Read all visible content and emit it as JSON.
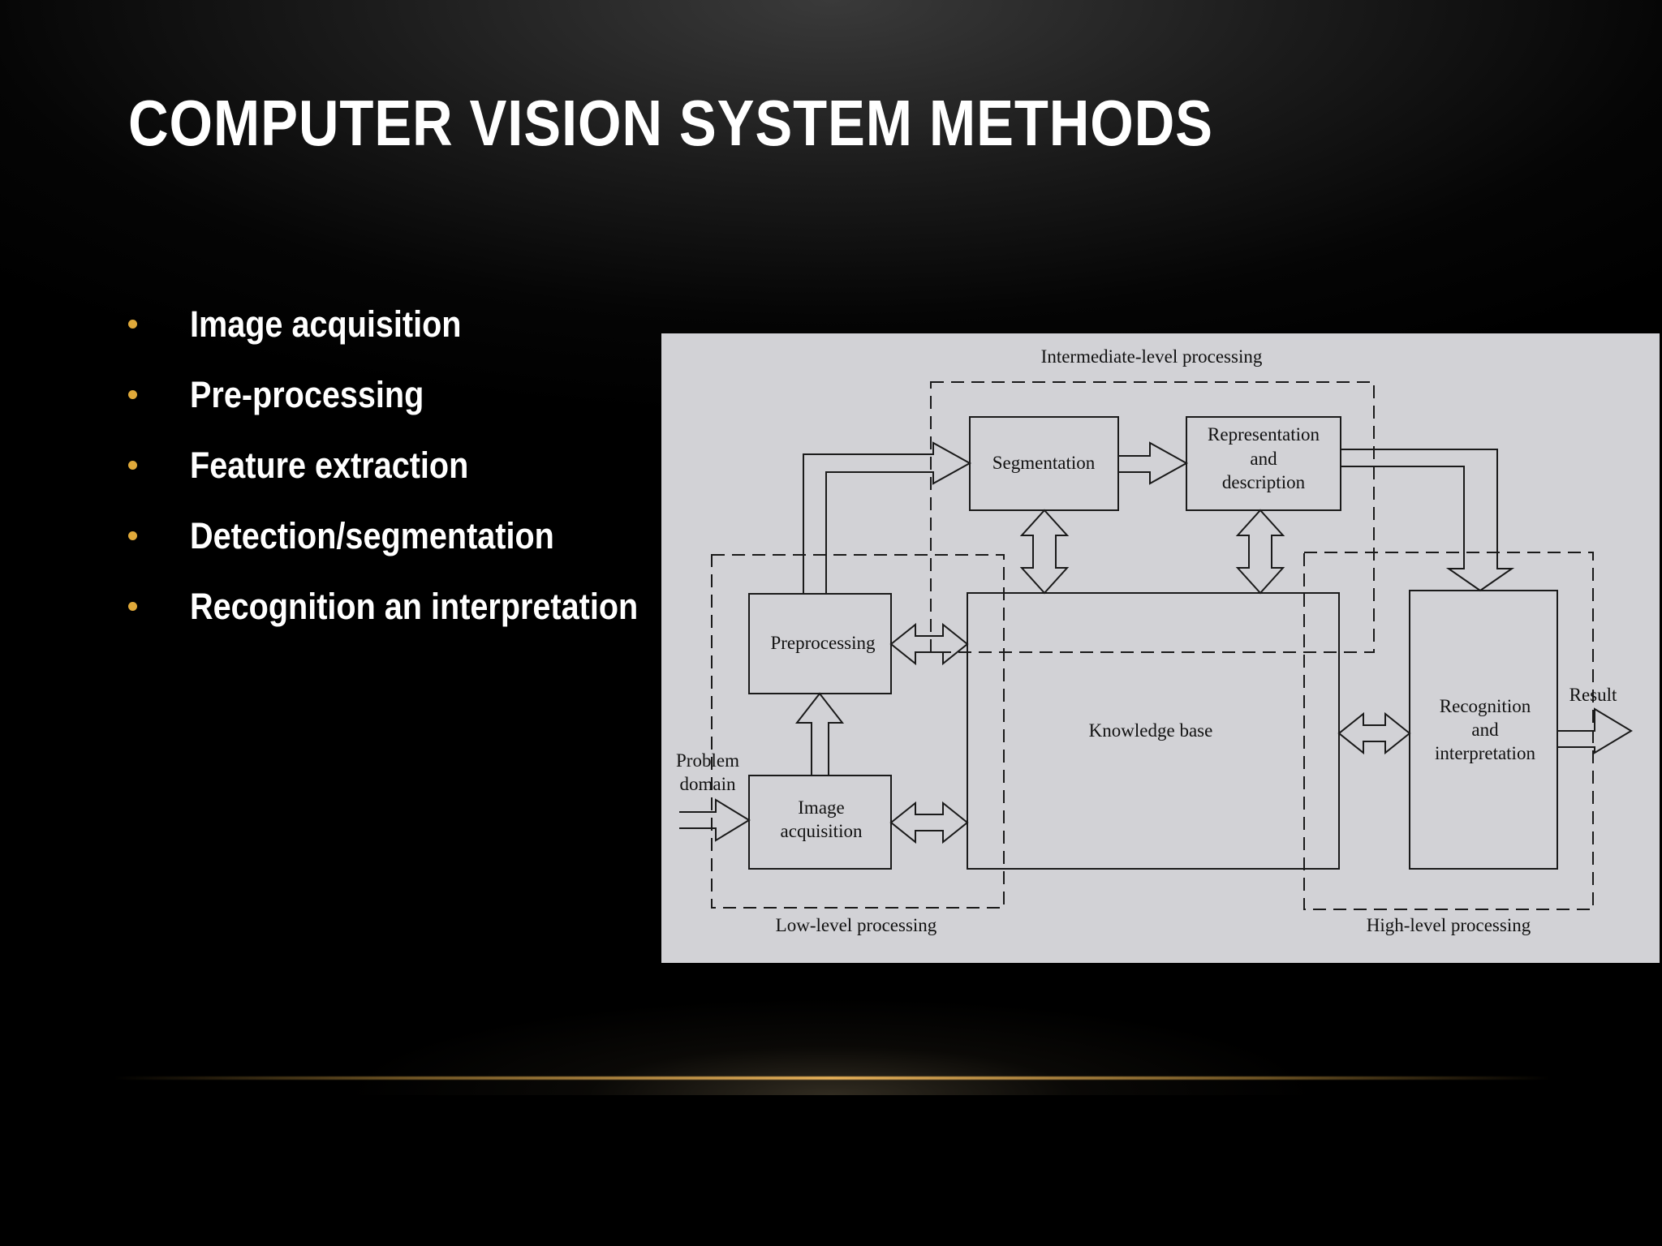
{
  "slide": {
    "title": "COMPUTER VISION SYSTEM METHODS",
    "bullets": [
      "Image acquisition",
      "Pre-processing",
      "Feature extraction",
      "Detection/segmentation",
      "Recognition an interpretation"
    ],
    "colors": {
      "bullet": "#e0a93a",
      "accent_line": "#e8b25a",
      "title": "#ffffff"
    }
  },
  "diagram": {
    "regions": {
      "intermediate": "Intermediate-level processing",
      "low": "Low-level processing",
      "high": "High-level processing"
    },
    "nodes": {
      "segmentation": "Segmentation",
      "representation": [
        "Representation",
        "and",
        "description"
      ],
      "preprocessing": "Preprocessing",
      "knowledge_base": "Knowledge base",
      "recognition": [
        "Recognition",
        "and",
        "interpretation"
      ],
      "image_acquisition": [
        "Image",
        "acquisition"
      ]
    },
    "io": {
      "input": [
        "Problem",
        "domain"
      ],
      "output": "Result"
    }
  }
}
